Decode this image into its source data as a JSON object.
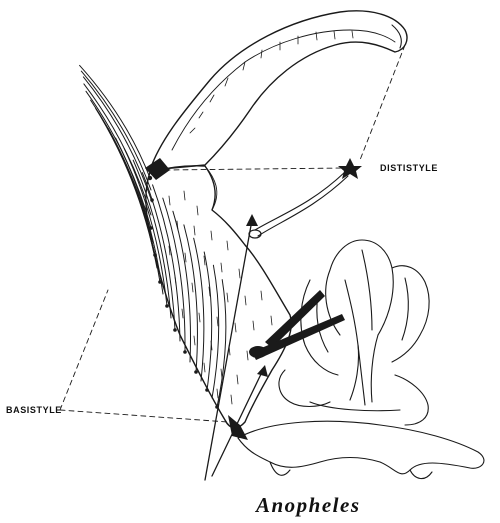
{
  "figure": {
    "labels": {
      "dististyle": "DISTISTYLE",
      "basistyle": "BASISTYLE"
    },
    "genus": "Anopheles"
  },
  "colors": {
    "ink": "#1a1a1a",
    "background": "#ffffff"
  }
}
